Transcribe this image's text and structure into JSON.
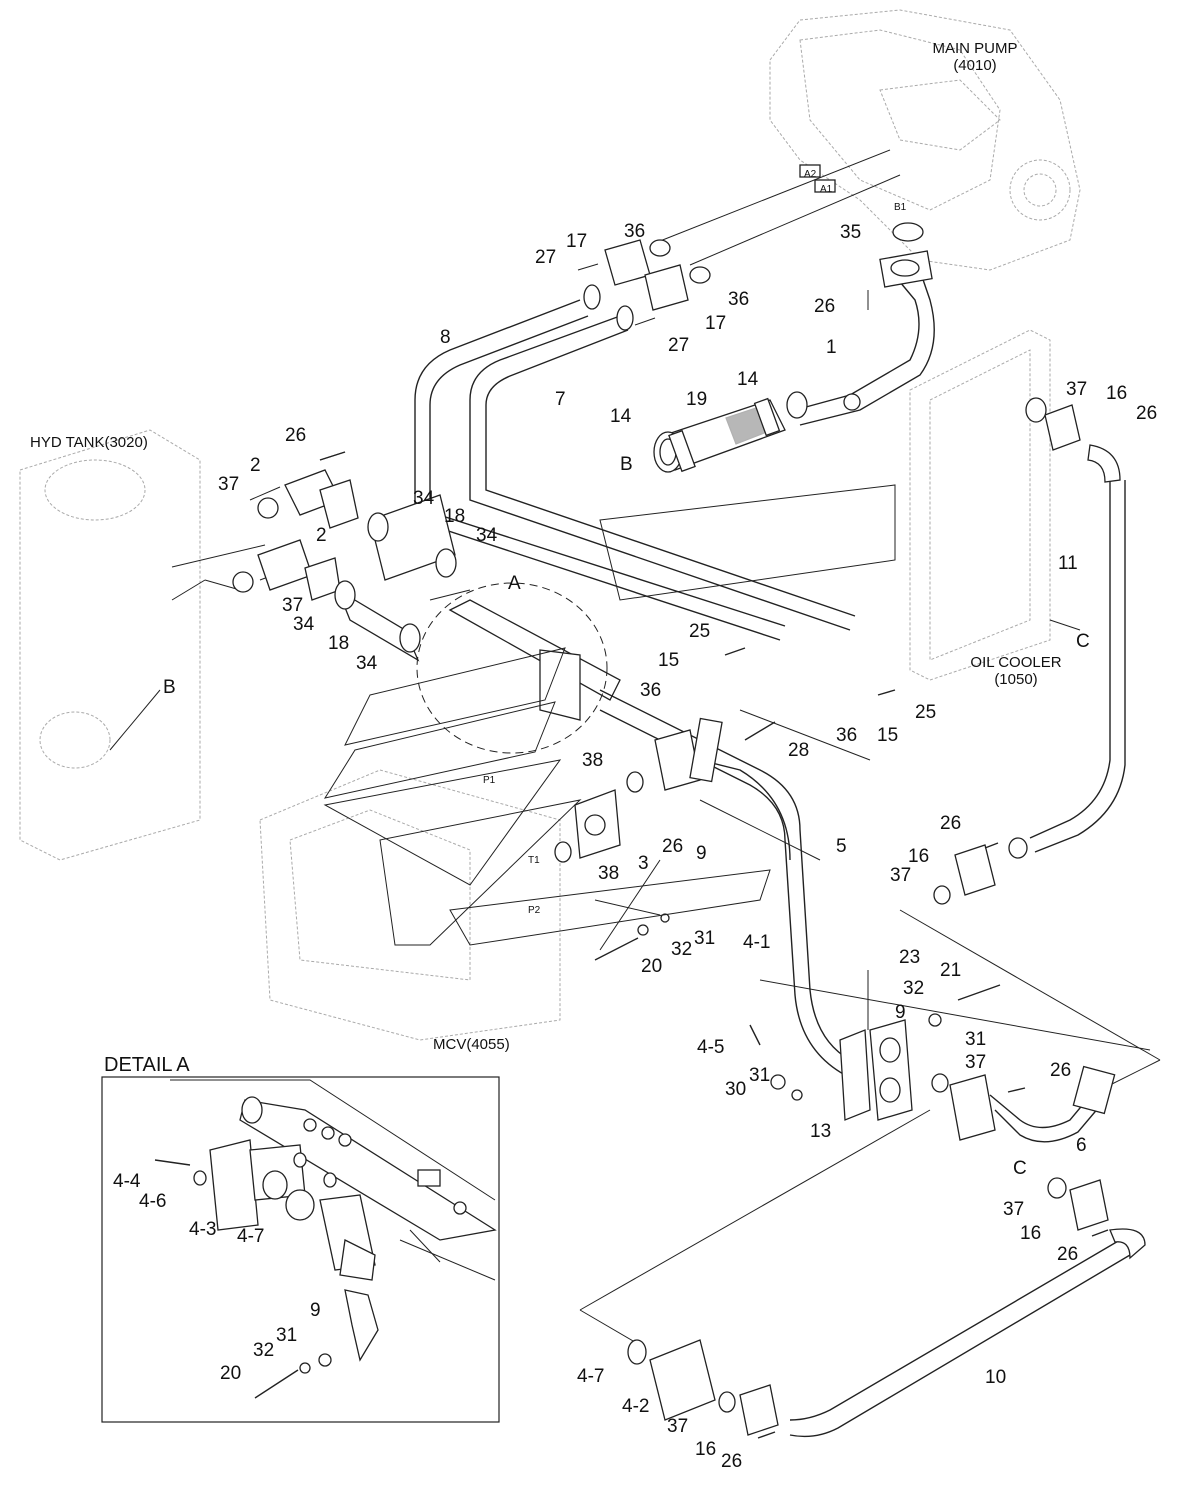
{
  "captions": {
    "main_pump": "MAIN PUMP",
    "main_pump_code": "(4010)",
    "hyd_tank": "HYD TANK(3020)",
    "oil_cooler": "OIL COOLER",
    "oil_cooler_code": "(1050)",
    "mcv": "MCV(4055)",
    "detail_a": "DETAIL A"
  },
  "ports": {
    "a1": "A1",
    "a2": "A2",
    "b1": "B1",
    "p1": "P1",
    "p2": "P2",
    "t1": "T1"
  },
  "refs": {
    "a": "A",
    "b": "B",
    "c": "C"
  },
  "callouts": {
    "c1": "1",
    "c2": "2",
    "c3": "3",
    "c5": "5",
    "c6": "6",
    "c7": "7",
    "c8": "8",
    "c9": "9",
    "c10": "10",
    "c11": "11",
    "c13": "13",
    "c14": "14",
    "c15": "15",
    "c16": "16",
    "c17": "17",
    "c18": "18",
    "c19": "19",
    "c20": "20",
    "c21": "21",
    "c23": "23",
    "c25": "25",
    "c26": "26",
    "c27": "27",
    "c28": "28",
    "c30": "30",
    "c31": "31",
    "c32": "32",
    "c34": "34",
    "c35": "35",
    "c36": "36",
    "c37": "37",
    "c38": "38",
    "c4_1": "4-1",
    "c4_2": "4-2",
    "c4_3": "4-3",
    "c4_4": "4-4",
    "c4_5": "4-5",
    "c4_6": "4-6",
    "c4_7": "4-7"
  }
}
